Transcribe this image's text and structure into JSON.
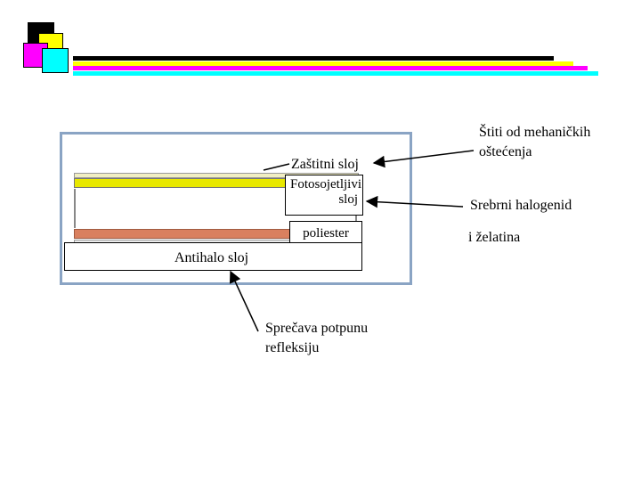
{
  "labels": {
    "zastitni": "Zaštitni sloj",
    "fotosojetljivi": "Fotosojetljivi sloj",
    "poliester": "poliester",
    "antihalo": "Antihalo sloj",
    "stiti": "Štiti od mehaničkih oštećenja",
    "srebrni": "Srebrni halogenid",
    "zelatina": "i želatina",
    "sprecava": "Sprečava potpunu refleksiju"
  },
  "colors": {
    "black": "#000000",
    "yellow": "#ffff00",
    "magenta": "#ff00ff",
    "cyan": "#00ffff",
    "frame": "#8aa4c4",
    "protective": "#f1eec2",
    "emulsion": "#e8e800",
    "base": "#d9805f"
  }
}
